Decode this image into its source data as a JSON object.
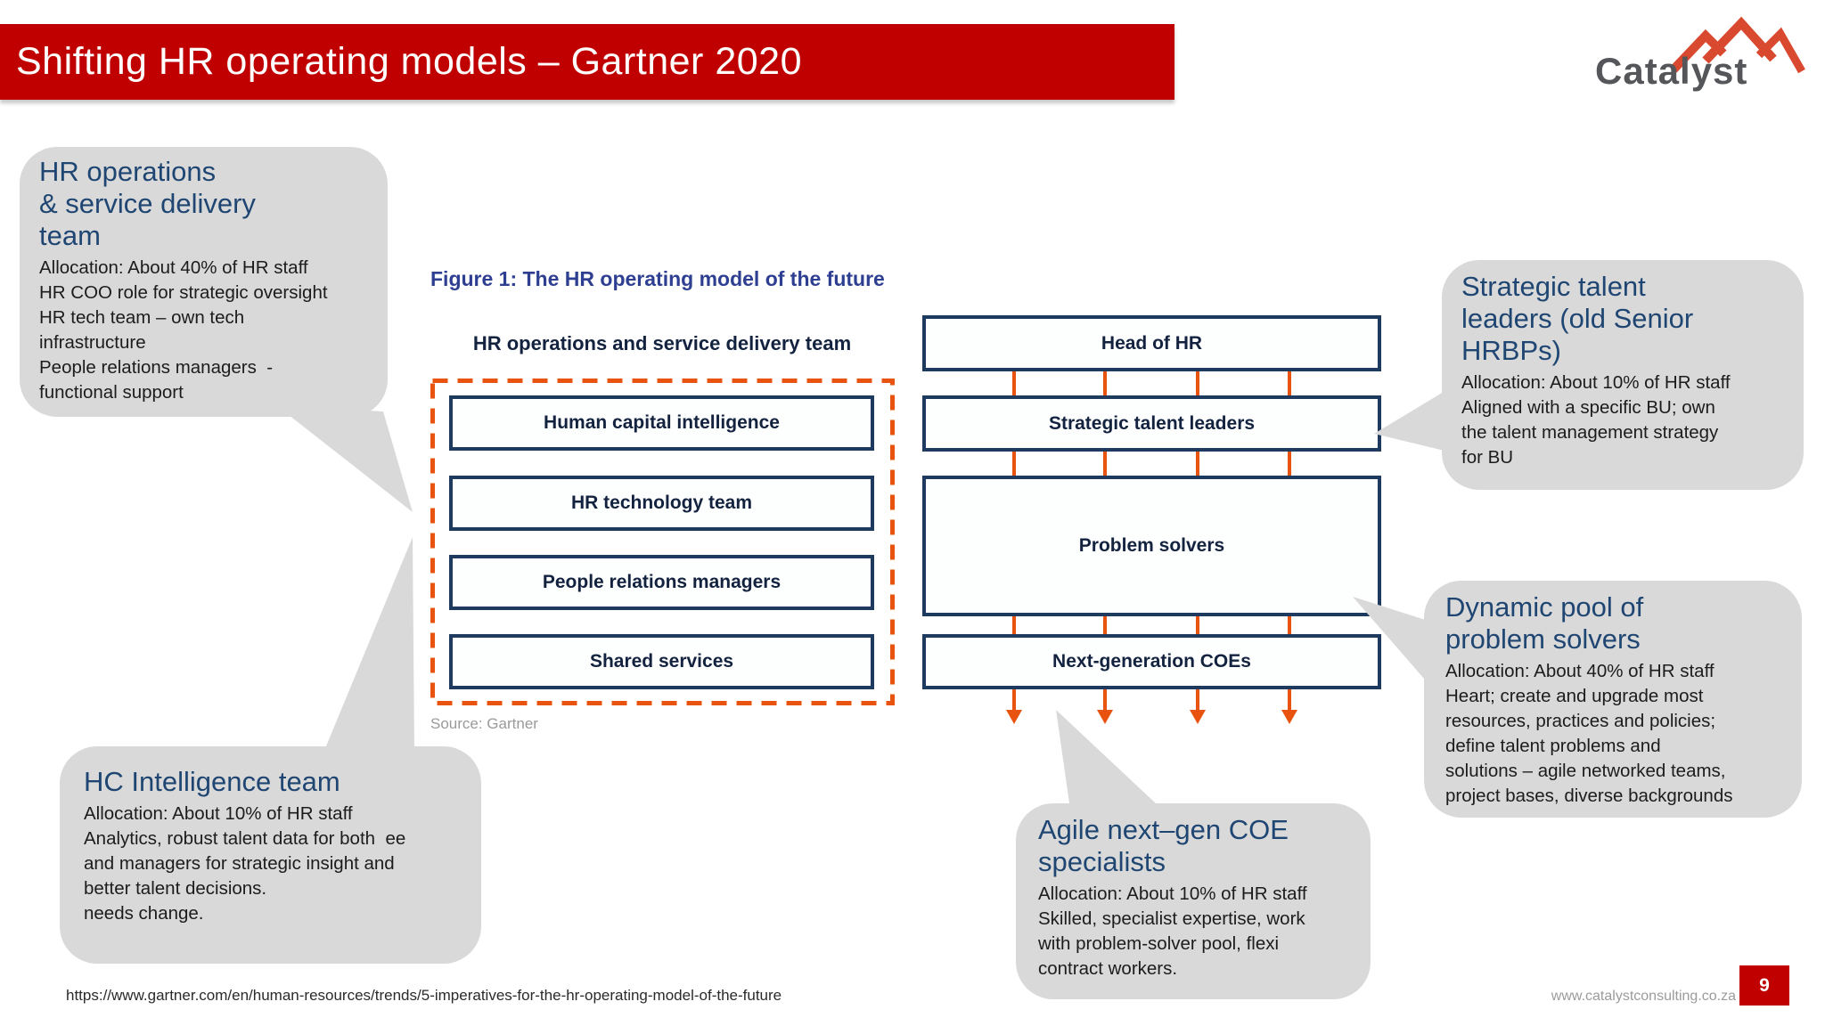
{
  "slide": {
    "title": "Shifting HR operating models – Gartner 2020",
    "footer_url": "https://www.gartner.com/en/human-resources/trends/5-imperatives-for-the-hr-operating-model-of-the-future",
    "website": "www.catalystconsulting.co.za",
    "page_number": "9"
  },
  "logo": {
    "text": "Catalyst"
  },
  "figure": {
    "title": "Figure 1: The HR operating model of the future",
    "left_header": "HR operations and service delivery team",
    "left_boxes": [
      "Human capital intelligence",
      "HR technology team",
      "People relations managers",
      "Shared services"
    ],
    "right_boxes": {
      "head": "Head of HR",
      "stl": "Strategic talent leaders",
      "ps": "Problem solvers",
      "ngc": "Next-generation COEs"
    },
    "source": "Source: Gartner"
  },
  "callouts": {
    "hr_ops": {
      "title": "HR operations\n& service delivery\nteam",
      "body": "Allocation: About 40% of HR staff\nHR COO role for strategic oversight\nHR tech team – own tech\ninfrastructure\nPeople relations managers  -\nfunctional support"
    },
    "hc_intel": {
      "title": "HC Intelligence team",
      "body": "Allocation: About 10% of HR staff\nAnalytics, robust talent data for both  ee\nand managers for strategic insight and\nbetter talent decisions.\nneeds change."
    },
    "stl": {
      "title": "Strategic talent\nleaders (old Senior\nHRBPs)",
      "body": "Allocation: About 10% of HR staff\nAligned with a specific BU; own\nthe talent management strategy\nfor BU"
    },
    "dynamic_pool": {
      "title": "Dynamic pool of\nproblem solvers",
      "body": "Allocation: About 40% of HR staff\nHeart; create and upgrade most\nresources, practices and policies;\ndefine talent problems and\nsolutions – agile networked teams,\nproject bases, diverse backgrounds"
    },
    "agile_coe": {
      "title": "Agile next–gen COE\nspecialists",
      "body": "Allocation: About 10% of HR staff\nSkilled, specialist expertise, work\nwith problem-solver pool, flexi\ncontract workers."
    }
  },
  "colors": {
    "accent_red": "#C00000",
    "bubble_gray": "#D9D9D9",
    "bubble_title_navy": "#1F4672",
    "figure_title_blue": "#2E3F92",
    "box_border_navy": "#1F3A5F",
    "box_label_navy": "#13233F",
    "connector_orange": "#E8530F",
    "logo_text_gray": "#55565A",
    "logo_mountain_red": "#D9492F",
    "source_gray": "#9A9A9A"
  }
}
